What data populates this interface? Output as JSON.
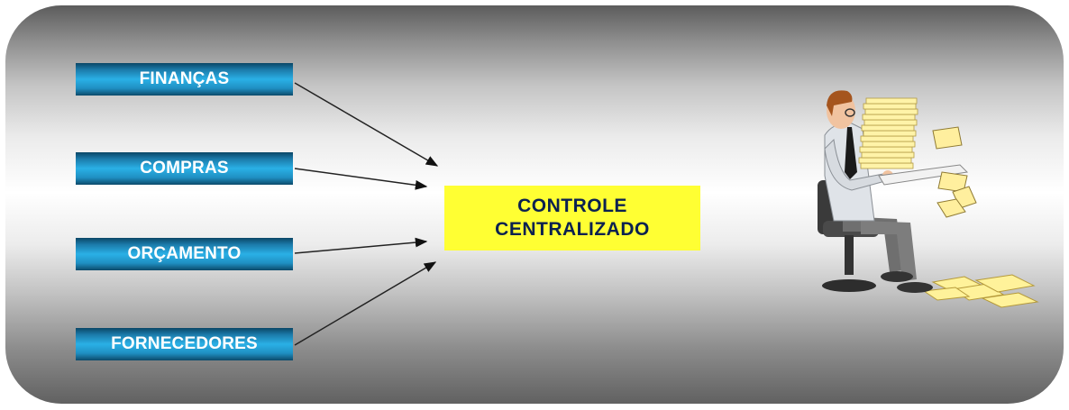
{
  "sources": [
    {
      "label": "FINANÇAS"
    },
    {
      "label": "COMPRAS"
    },
    {
      "label": "ORÇAMENTO"
    },
    {
      "label": "FORNECEDORES"
    }
  ],
  "center": {
    "line1": "CONTROLE",
    "line2": "CENTRALIZADO"
  },
  "icons": [
    "arrow-icon",
    "office-worker-icon"
  ],
  "colors": {
    "source_box": "#1f9fd6",
    "center_box": "#ffff33",
    "center_text": "#0b2150"
  }
}
